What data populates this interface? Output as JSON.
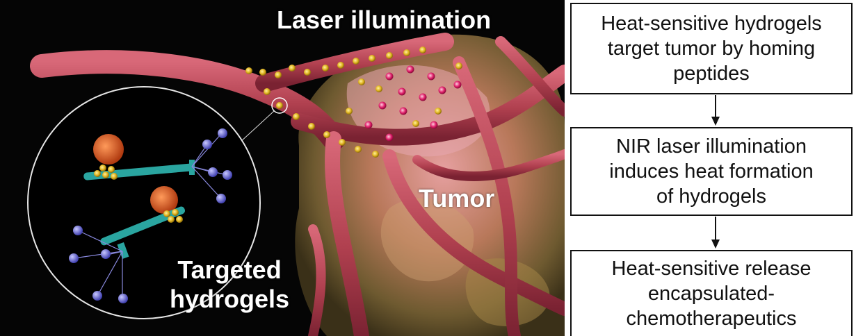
{
  "illustration": {
    "laser_label": "Laser illumination",
    "tumor_label": "Tumor",
    "hydrogel_label": [
      "Targeted",
      "hydrogels"
    ],
    "colors": {
      "background": "#050505",
      "vessel": "#b8445a",
      "tumor": "#8a6a3a",
      "hydrogel_particle": "#e0b320",
      "heated_particle": "#e0206a",
      "fiber": "#2aa5a0",
      "drug_sphere": "#d9501c",
      "peptide_sphere": "#5a58c8"
    }
  },
  "flowchart": {
    "steps": [
      {
        "lines": [
          "Heat-sensitive hydrogels",
          "target tumor by homing",
          "peptides"
        ]
      },
      {
        "lines": [
          "NIR laser illumination",
          "induces heat formation",
          "of hydrogels"
        ]
      },
      {
        "lines": [
          "Heat-sensitive release",
          "encapsulated-",
          "chemotherapeutics"
        ]
      }
    ],
    "colors": {
      "border": "#111111",
      "text": "#111111"
    }
  }
}
